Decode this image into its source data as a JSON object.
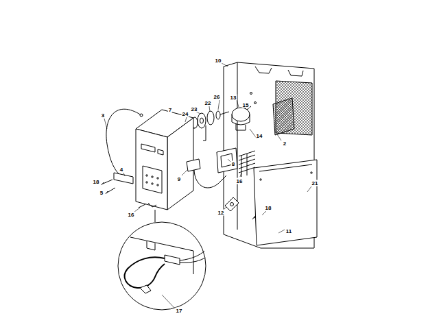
{
  "diagram": {
    "labels": [
      "10",
      "13",
      "15",
      "26",
      "22",
      "23",
      "24",
      "7",
      "3",
      "2",
      "14",
      "8",
      "4",
      "9",
      "16",
      "18",
      "5",
      "18",
      "12",
      "21",
      "16",
      "11",
      "17"
    ]
  }
}
